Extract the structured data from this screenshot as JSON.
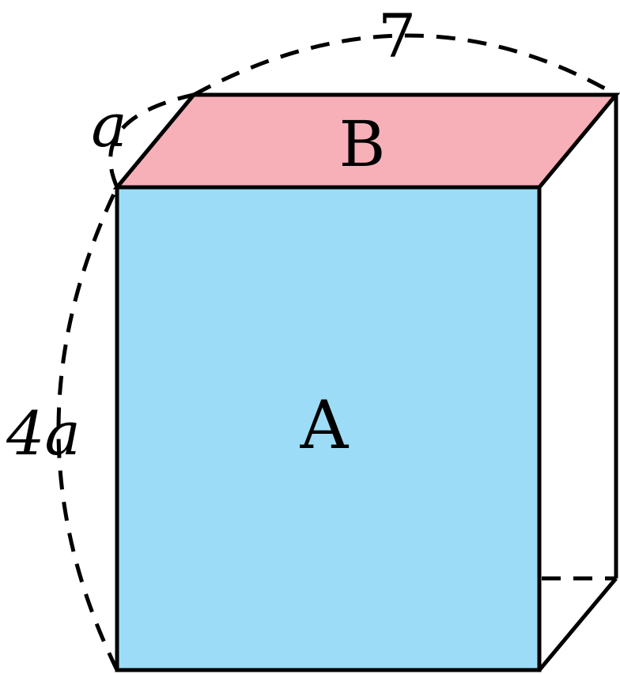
{
  "labels": {
    "front_face": "A",
    "top_face": "B",
    "depth": "a",
    "height": "4a",
    "diagonal": "7"
  },
  "colors": {
    "front_face_fill": "#9ddcf7",
    "top_face_fill": "#f8b0b8",
    "edge_stroke": "#000000"
  }
}
